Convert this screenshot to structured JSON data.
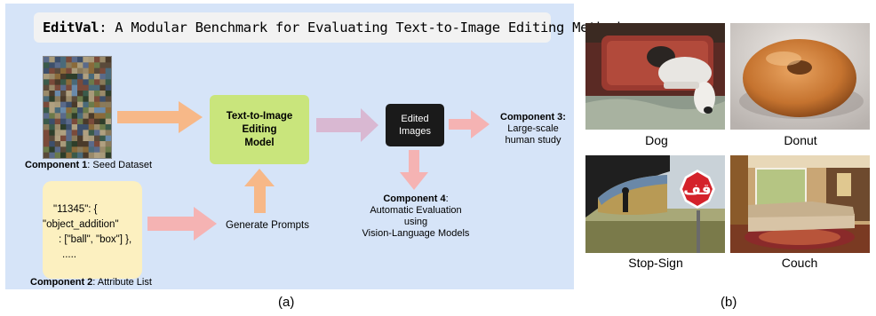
{
  "panel_a": {
    "title_bold": "EditVal",
    "title_rest": ": A Modular Benchmark for Evaluating Text-to-Image Editing Methods",
    "component1": {
      "bold": "Component 1",
      "rest": ": Seed Dataset"
    },
    "model_box": {
      "line1": "Text-to-Image Editing",
      "line2": "Model"
    },
    "edited_box": {
      "line1": "Edited",
      "line2": "Images"
    },
    "component3": {
      "bold": "Component 3:",
      "line2": "Large-scale",
      "line3": "human study"
    },
    "component4": {
      "bold": "Component 4",
      "rest": ":",
      "line2": "Automatic Evaluation",
      "line3": "using",
      "line4": "Vision-Language Models"
    },
    "generate_prompts": "Generate Prompts",
    "attribute_code": {
      "line1": "\"11345\": {",
      "line2": "\"object_addition\"",
      "line3": ": [\"ball\", \"box\"] },",
      "line4": "....."
    },
    "component2": {
      "bold": "Component 2",
      "rest": ": Attribute List"
    },
    "label": "(a)"
  },
  "panel_b": {
    "images": [
      {
        "caption": "Dog"
      },
      {
        "caption": "Donut"
      },
      {
        "caption": "Stop-Sign",
        "sign_text": "قف"
      },
      {
        "caption": "Couch"
      }
    ],
    "label": "(b)"
  },
  "colors": {
    "panel_bg": "#d6e4f8",
    "model_box": "#c9e57c",
    "attribute_box": "#fcf0c0",
    "orange_arrow": "#f7b888",
    "pink_arrow": "#f5b3b3",
    "mauve_arrow": "#d9b8d2"
  }
}
